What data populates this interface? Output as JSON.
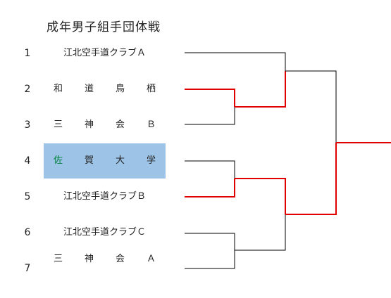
{
  "title": "成年男子組手団体戦",
  "teams": [
    {
      "seed": "1",
      "name": "江北空手道クラブＡ"
    },
    {
      "seed": "2",
      "name": "和道鳥栖"
    },
    {
      "seed": "3",
      "name": "三神会Ｂ"
    },
    {
      "seed": "4",
      "name": "佐賀大学"
    },
    {
      "seed": "5",
      "name": "江北空手道クラブＢ"
    },
    {
      "seed": "6",
      "name": "江北空手道クラブＣ"
    },
    {
      "seed": "7",
      "name": "三神会Ａ"
    }
  ],
  "colors": {
    "line": "#000000",
    "winner_line": "#e00000",
    "highlight": "#9dc3e6"
  }
}
